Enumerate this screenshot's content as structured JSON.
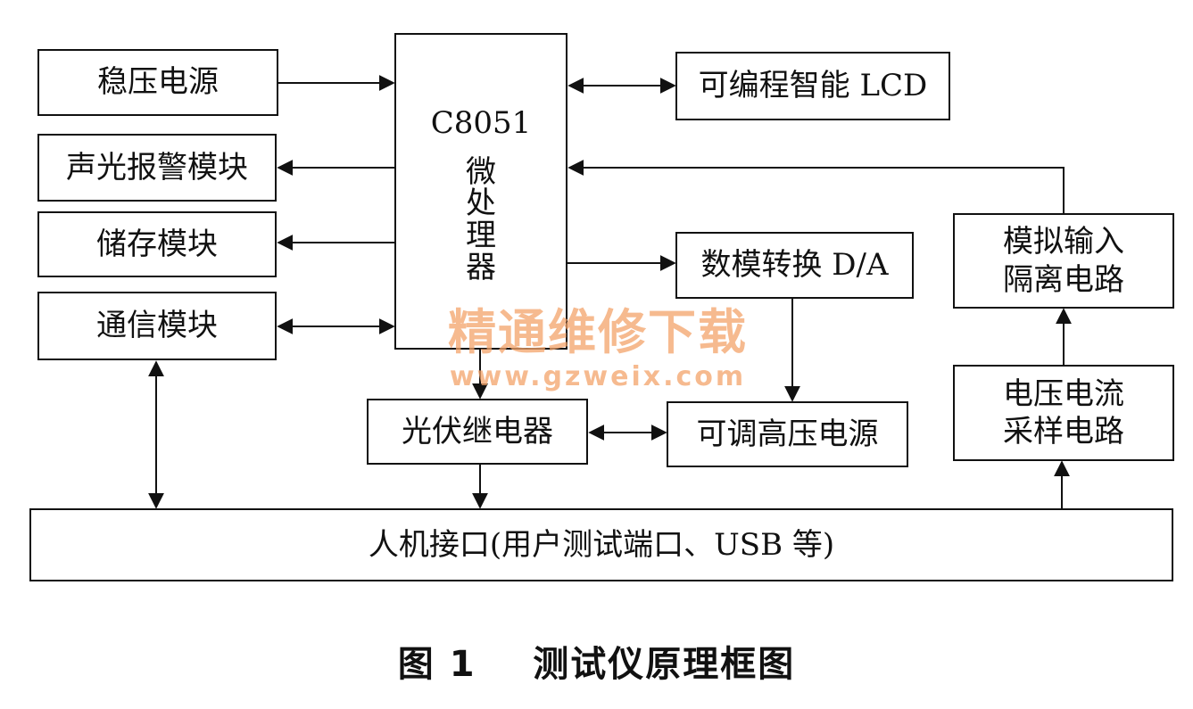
{
  "blocks": {
    "power": "稳压电源",
    "alarm": "声光报警模块",
    "storage": "储存模块",
    "comm": "通信模块",
    "mcu_title": "C8051",
    "mcu_name": "微处理器",
    "lcd": "可编程智能 LCD",
    "analog_iso": "模拟输入隔离电路",
    "dac": "数模转换 D/A",
    "relay": "光伏继电器",
    "hv": "可调高压电源",
    "sampling": "电压电流采样电路",
    "hmi": "人机接口(用户测试端口、USB 等)"
  },
  "watermark": {
    "title": "精通维修下载",
    "url": "www.gzweix.com"
  },
  "caption": "图 1    测试仪原理框图"
}
